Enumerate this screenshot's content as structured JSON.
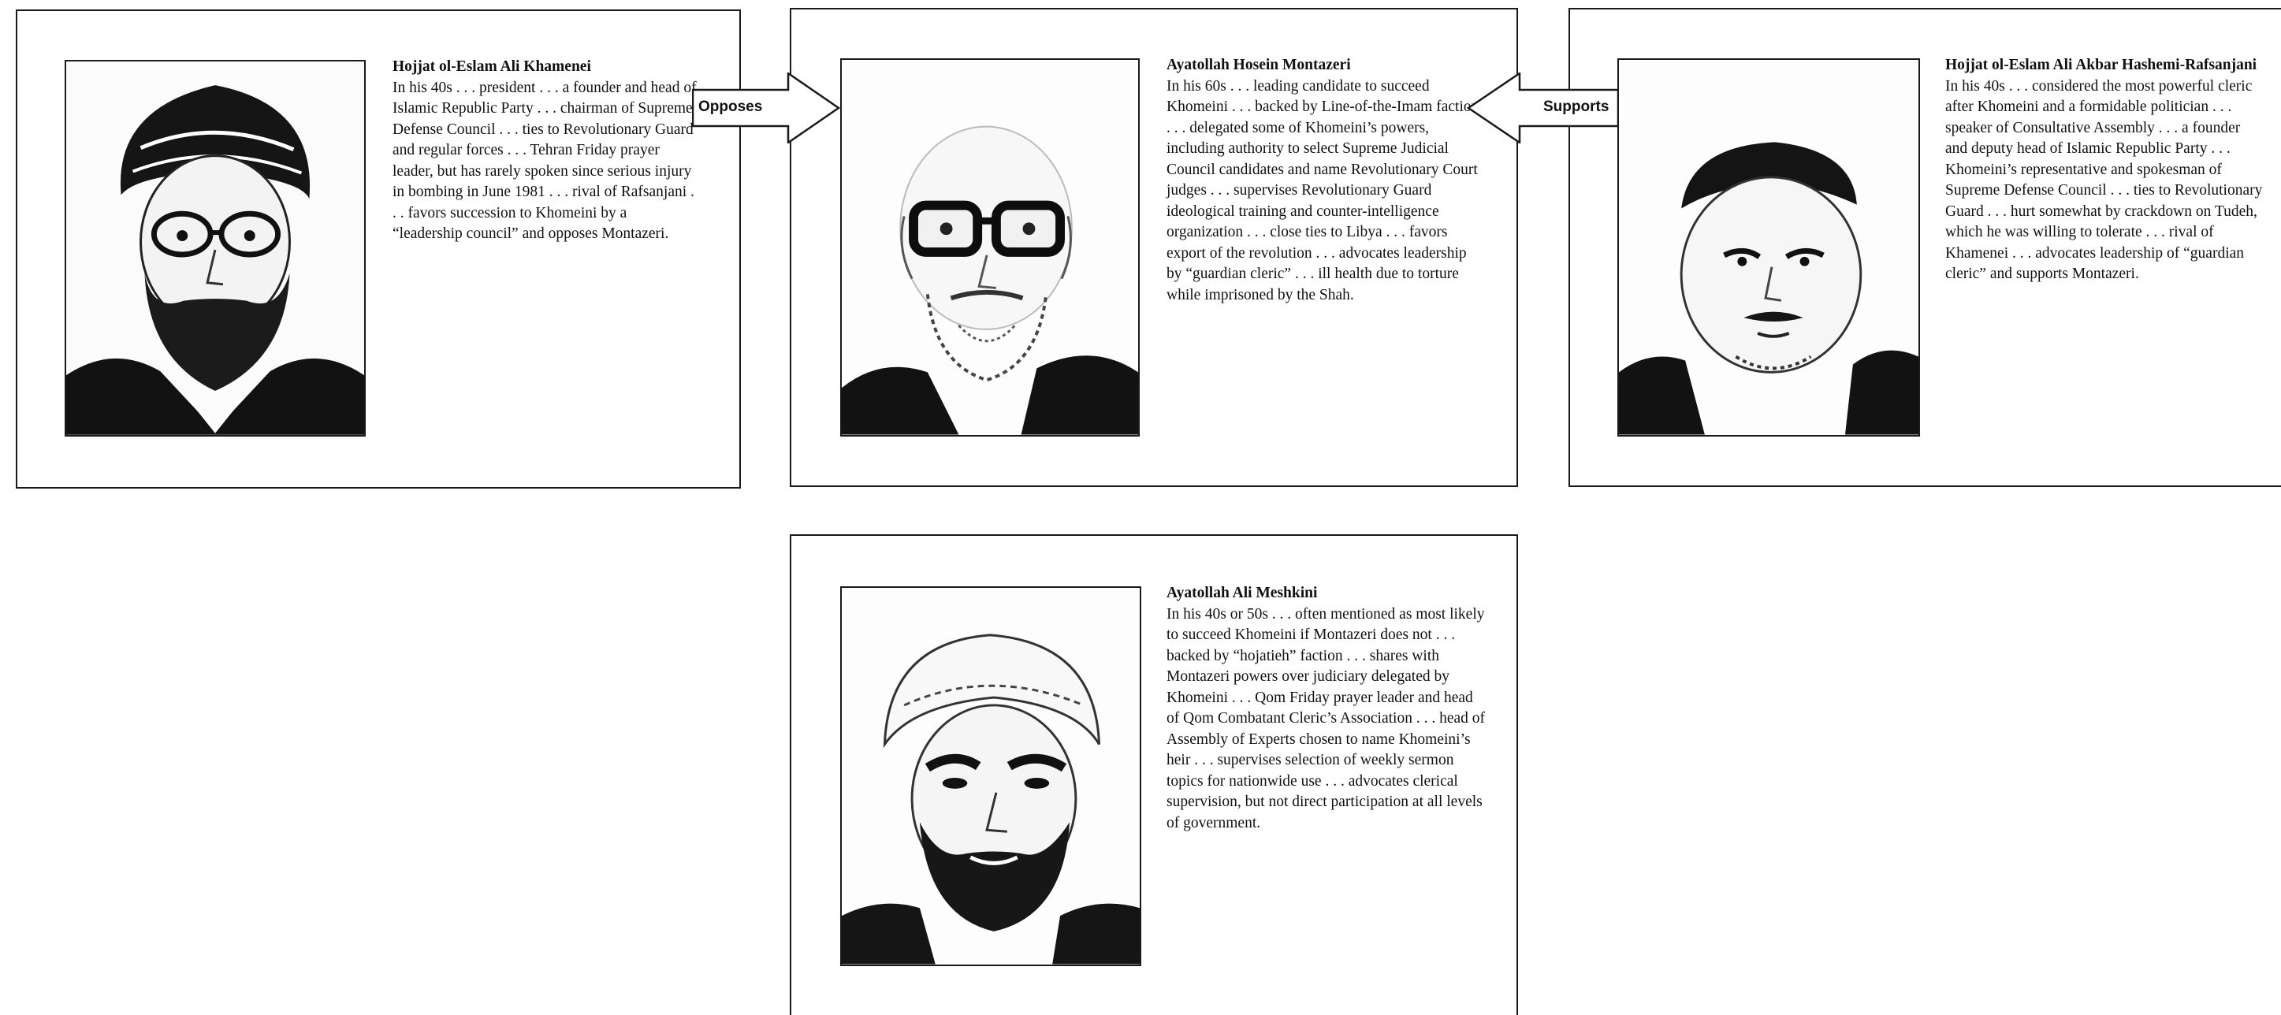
{
  "profiles": {
    "khamenei": {
      "name": "Hojjat ol-Eslam Ali Khamenei",
      "bio": "In his 40s . . . president . . . a founder and head of Islamic Republic Party . . . chairman of Supreme Defense Council . . . ties to Revolutionary Guard and regular forces . . . Tehran Friday prayer leader, but has rarely spoken since serious injury in bombing in June 1981 . . . rival of Rafsanjani . . . favors succession to Khomeini by a “leadership council” and opposes Montazeri."
    },
    "montazeri": {
      "name": "Ayatollah Hosein Montazeri",
      "bio": "In his 60s . . . leading candidate to succeed Khomeini . . . backed by Line-of-the-Imam faction . . . delegated some of Khomeini’s powers, including authority to select Supreme Judicial Council candidates and name Revolutionary Court judges . . . supervises Revolutionary Guard ideological training and counter-intelligence organization . . . close ties to Libya . . . favors export of the revolution . . . advocates leadership by “guardian cleric” . . . ill health due to torture while imprisoned by the Shah."
    },
    "rafsanjani": {
      "name": "Hojjat ol-Eslam Ali Akbar Hashemi-Rafsanjani",
      "bio": "In his 40s . . . considered the most powerful cleric after Khomeini and a formidable politician . . . speaker of Consultative Assembly . . . a founder and deputy head of Islamic Republic Party . . . Khomeini’s representative and spokesman of Supreme Defense Council . . . ties to Revolutionary Guard . . . hurt somewhat by crackdown on Tudeh, which he was willing to tolerate . . . rival of Khamenei . . . advocates leadership of “guardian cleric” and supports Montazeri."
    },
    "meshkini": {
      "name": "Ayatollah Ali Meshkini",
      "bio": "In his 40s or 50s . . . often mentioned as most likely to succeed Khomeini if Montazeri does not . . . backed by “hojatieh” faction . . . shares with Montazeri powers over judiciary delegated by Khomeini . . . Qom Friday prayer leader and head of Qom Combatant Cleric’s Association . . . head of Assembly of Experts chosen to name Khomeini’s heir . . . supervises selection of weekly sermon topics for nationwide use . . . advocates clerical supervision, but not direct participation at all levels of government."
    }
  },
  "relations": {
    "opposes": "Opposes",
    "supports": "Supports"
  }
}
